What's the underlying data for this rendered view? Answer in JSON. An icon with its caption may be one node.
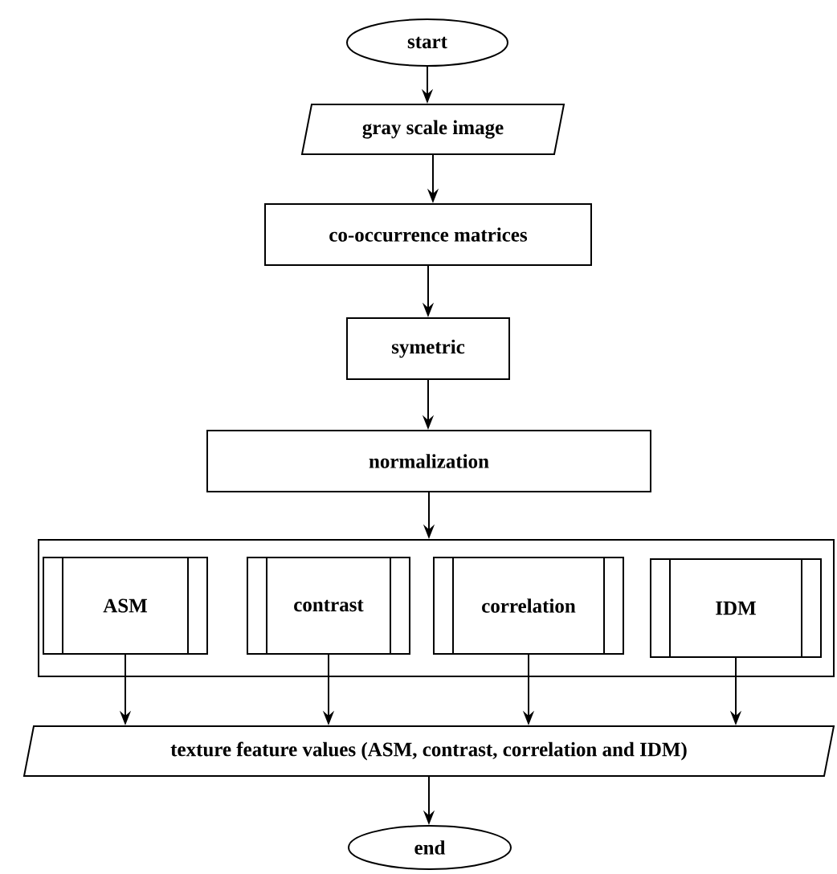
{
  "diagram": {
    "nodes": [
      {
        "text": [
          "start"
        ]
      },
      {
        "text": [
          "gray scale image"
        ]
      },
      {
        "text": [
          "co-occurrence matrices"
        ]
      },
      {
        "text": [
          "symetric"
        ]
      },
      {
        "text": [
          "normalization"
        ]
      },
      {
        "text": [],
        "shape": "box"
      },
      {
        "text": [
          "ASM"
        ],
        "in": 5
      },
      {
        "text": [
          "contrast"
        ],
        "in": 5
      },
      {
        "text": [
          "correlation"
        ],
        "in": 5
      },
      {
        "text": [
          "IDM"
        ],
        "in": 5
      },
      {
        "text": [
          "texture feature values (ASM, contrast, correlation and IDM)"
        ]
      },
      {
        "text": [
          "end"
        ]
      }
    ],
    "edges": [
      {
        "from": 0,
        "to": 1,
        "arrow": "to"
      },
      {
        "from": 1,
        "to": 2,
        "arrow": "to"
      },
      {
        "from": 2,
        "to": 3,
        "arrow": "to"
      },
      {
        "from": 3,
        "to": 4,
        "arrow": "to"
      },
      {
        "from": 4,
        "to": 5,
        "arrow": "to"
      },
      {
        "from": 6,
        "to": 10,
        "arrow": "to"
      },
      {
        "from": 7,
        "to": 10,
        "arrow": "to"
      },
      {
        "from": 8,
        "to": 10,
        "arrow": "to"
      },
      {
        "from": 9,
        "to": 10,
        "arrow": "to"
      },
      {
        "from": 10,
        "to": 11,
        "arrow": "to"
      }
    ]
  }
}
